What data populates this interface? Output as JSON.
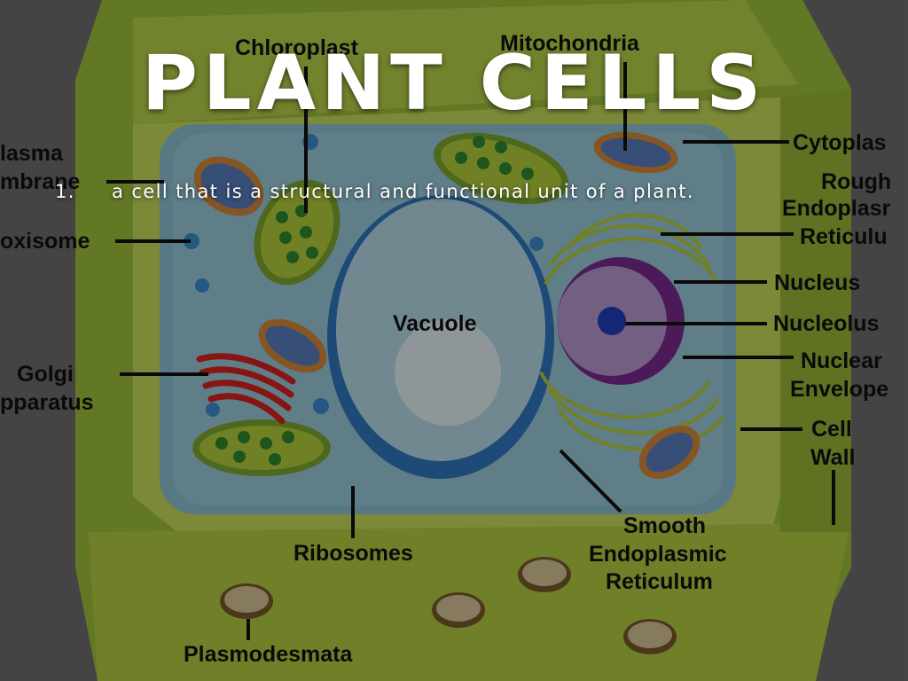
{
  "slide": {
    "title": "PLANT CELLS",
    "bullet_number": "1.",
    "bullet_text": "a cell that is a structural and functional unit of a plant."
  },
  "diagram": {
    "labels": {
      "chloroplast": "Chloroplast",
      "mitochondria": "Mitochondria",
      "cytoplasm": "Cytoplas",
      "rough_er_1": "Rough",
      "rough_er_2": "Endoplasr",
      "rough_er_3": "Reticulu",
      "plasma_membrane_1": "lasma",
      "plasma_membrane_2": "mbrane",
      "peroxisome": "oxisome",
      "vacuole": "Vacuole",
      "nucleus": "Nucleus",
      "nucleolus": "Nucleolus",
      "nuclear_envelope_1": "Nuclear",
      "nuclear_envelope_2": "Envelope",
      "golgi_1": "Golgi",
      "golgi_2": "pparatus",
      "cell_wall_1": "Cell",
      "cell_wall_2": "Wall",
      "ribosomes": "Ribosomes",
      "smooth_er_1": "Smooth",
      "smooth_er_2": "Endoplasmic",
      "smooth_er_3": "Reticulum",
      "plasmodesmata": "Plasmodesmata"
    },
    "colors": {
      "cell_wall": "#a8c83a",
      "cytoplasm": "#8fc3d6",
      "vacuole": "#b9dcea",
      "nucleus": "#b89ad0",
      "golgi": "#d8231f",
      "chloroplast": "#b5d13c"
    }
  }
}
